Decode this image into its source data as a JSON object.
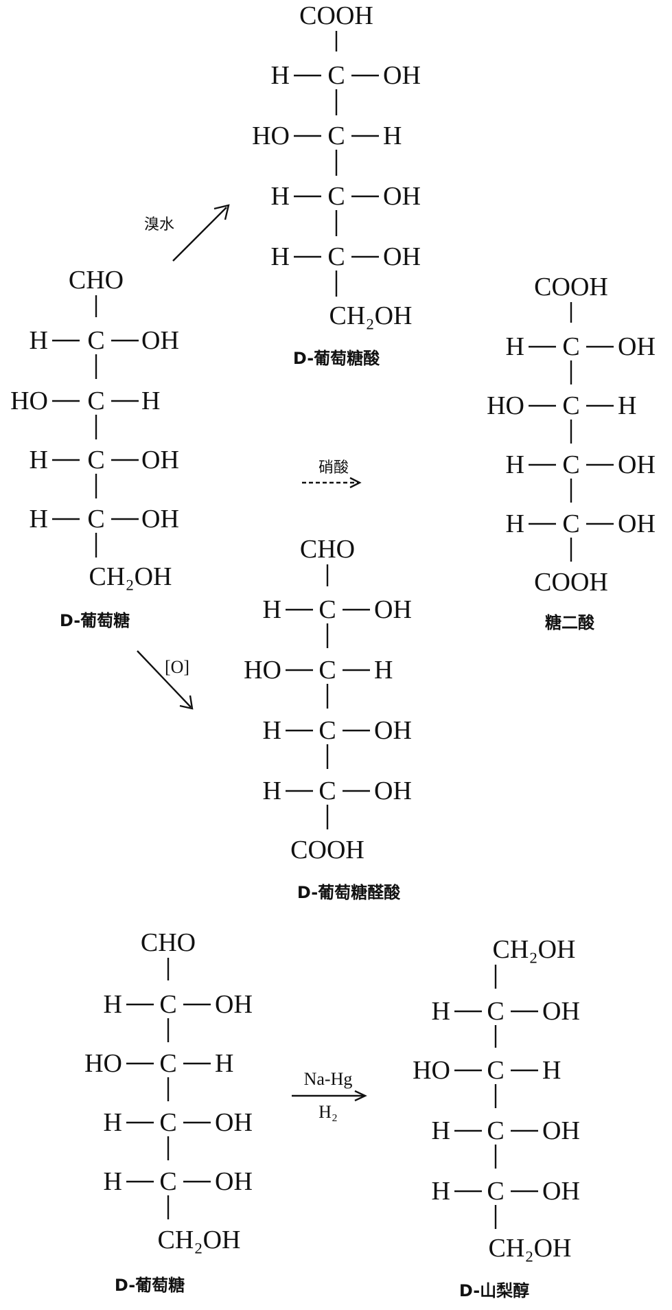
{
  "molecules": {
    "gluconic_acid": {
      "top": "COOH",
      "rows": [
        {
          "left": "H",
          "right": "OH"
        },
        {
          "left": "HO",
          "right": "H"
        },
        {
          "left": "H",
          "right": "OH"
        },
        {
          "left": "H",
          "right": "OH"
        }
      ],
      "bottom": "CH₂OH",
      "caption": "D-葡萄糖酸"
    },
    "glucose_top": {
      "top": "CHO",
      "rows": [
        {
          "left": "H",
          "right": "OH"
        },
        {
          "left": "HO",
          "right": "H"
        },
        {
          "left": "H",
          "right": "OH"
        },
        {
          "left": "H",
          "right": "OH"
        }
      ],
      "bottom": "CH₂OH",
      "caption": "D-葡萄糖"
    },
    "glucaric_acid": {
      "top": "COOH",
      "rows": [
        {
          "left": "H",
          "right": "OH"
        },
        {
          "left": "HO",
          "right": "H"
        },
        {
          "left": "H",
          "right": "OH"
        },
        {
          "left": "H",
          "right": "OH"
        }
      ],
      "bottom": "COOH",
      "caption": "糖二酸"
    },
    "glucuronic_acid": {
      "top": "CHO",
      "rows": [
        {
          "left": "H",
          "right": "OH"
        },
        {
          "left": "HO",
          "right": "H"
        },
        {
          "left": "H",
          "right": "OH"
        },
        {
          "left": "H",
          "right": "OH"
        }
      ],
      "bottom": "COOH",
      "caption": "D-葡萄糖醛酸"
    },
    "glucose_bottom": {
      "top": "CHO",
      "rows": [
        {
          "left": "H",
          "right": "OH"
        },
        {
          "left": "HO",
          "right": "H"
        },
        {
          "left": "H",
          "right": "OH"
        },
        {
          "left": "H",
          "right": "OH"
        }
      ],
      "bottom": "CH₂OH",
      "caption": "D-葡萄糖"
    },
    "sorbitol": {
      "top": "CH₂OH",
      "rows": [
        {
          "left": "H",
          "right": "OH"
        },
        {
          "left": "HO",
          "right": "H"
        },
        {
          "left": "H",
          "right": "OH"
        },
        {
          "left": "H",
          "right": "OH"
        }
      ],
      "bottom": "CH₂OH",
      "caption": "D-山梨醇"
    }
  },
  "carbon_symbol": "C",
  "reagents": {
    "bromine_water": "溴水",
    "nitric_acid": "硝酸",
    "oxidation": "[O]",
    "na_hg": "Na-Hg",
    "h2": "H₂"
  }
}
